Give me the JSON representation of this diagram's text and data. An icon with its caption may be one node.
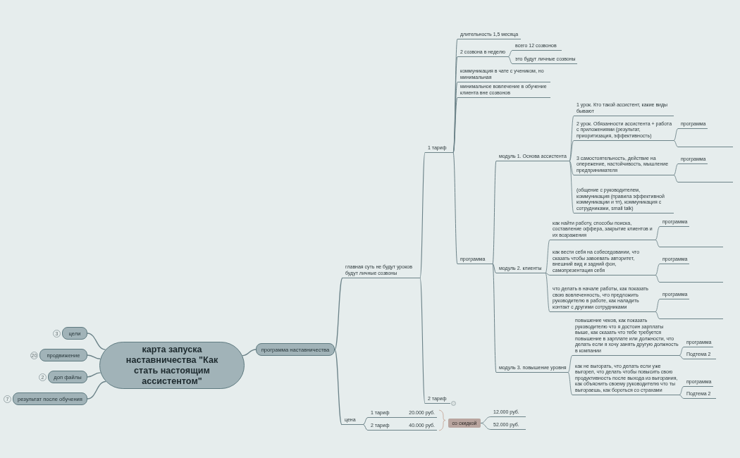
{
  "diagram": {
    "nodes": [
      {
        "text": [
          "карта запуска наставничества \"Как стать настоящим ассистентом\""
        ]
      },
      {
        "text": [
          "цели"
        ],
        "beside": [
          "3"
        ]
      },
      {
        "text": [
          "продвижение"
        ],
        "beside": [
          "20"
        ]
      },
      {
        "text": [
          "доп файлы"
        ],
        "beside": [
          "2"
        ]
      },
      {
        "text": [
          "результат после обучения"
        ],
        "beside": [
          "7"
        ]
      },
      {
        "text": [
          "программа наставничества"
        ]
      },
      {
        "text": [
          "главная суть не будут уроков будут личные созвоны"
        ]
      },
      {
        "text": [
          "1 тариф"
        ]
      },
      {
        "text": [
          "длительность 1,5 месяца"
        ]
      },
      {
        "text": [
          "2 созвона в неделю"
        ]
      },
      {
        "text": [
          "всего 12 созвонов"
        ]
      },
      {
        "text": [
          "это будут личные созвоны"
        ]
      },
      {
        "text": [
          "коммуникация в чате с учеником, но минимальная"
        ]
      },
      {
        "text": [
          "минимальное вовлечение в обучение клиента вне созвонов"
        ]
      },
      {
        "text": [
          "программа"
        ]
      },
      {
        "text": [
          "модуль 1. Основа ассистента"
        ]
      },
      {
        "text": [
          "1 урок. Кто такой ассистент, какие виды бывают"
        ]
      },
      {
        "text": [
          "2 урок. Обязанности ассистента + работа с приложениями (результат, приоритизация, эффективность)"
        ]
      },
      {
        "text": [
          "программа"
        ]
      },
      {
        "text": [],
        "shape": "line"
      },
      {
        "text": [
          "3 самостоятельность, действие на опережение, настойчивость, мышление предпринимателя"
        ]
      },
      {
        "text": [
          "программа"
        ]
      },
      {
        "text": [],
        "shape": "line"
      },
      {
        "text": [
          "(общение с руководителем, коммуникация (правила эффективной коммуникации и тп), коммуникация с сотрудниками, small talk)"
        ]
      },
      {
        "text": [
          "модуль 2. клиенты"
        ]
      },
      {
        "text": [
          "как найти работу, способы поиска, составление оффера, закрытие клиентов и их возражения"
        ]
      },
      {
        "text": [
          "программа"
        ]
      },
      {
        "text": [],
        "shape": "line"
      },
      {
        "text": [
          "как вести себя на собеседовании, что сказать чтобы завоевать авторитет, внешний вид и задний фон, самопрезентация себя"
        ]
      },
      {
        "text": [
          "программа"
        ]
      },
      {
        "text": [],
        "shape": "line"
      },
      {
        "text": [
          "что делать в начале работы, как показать свою вовлеченность, что предложить руководителю в работе, как наладить контакт с другими сотрудниками"
        ]
      },
      {
        "text": [
          "программа"
        ]
      },
      {
        "text": [],
        "shape": "line"
      },
      {
        "text": [
          "модуль 3. повышение уровня"
        ]
      },
      {
        "text": [
          "повышение чеков, как показать руководителю что я достоин зарплаты выше, как сказать что тебе требуется повышение в зарплате или должности, что делать если я хочу занять другую должность в компании"
        ]
      },
      {
        "text": [
          "программа"
        ]
      },
      {
        "text": [
          "Подтема 2"
        ]
      },
      {
        "text": [
          "как не выгорать, что делать если уже выгорел, что делать чтобы повысить свою продуктивность после выхода из выгорания, как объяснить своему руководителю что ты выгораешь, как бороться со страхами"
        ]
      },
      {
        "text": [
          "программа"
        ]
      },
      {
        "text": [
          "Подтема 2"
        ]
      },
      {
        "text": [
          "2 тариф"
        ]
      },
      {
        "text": [
          "цена"
        ]
      },
      {
        "text": [
          "1 тариф",
          "20.000 руб."
        ]
      },
      {
        "text": [
          "2 тариф",
          "40.000 руб."
        ]
      },
      {
        "text": [
          "со скидкой"
        ]
      },
      {
        "text": [
          "12.000 руб."
        ]
      },
      {
        "text": [
          "52.000 руб."
        ]
      }
    ],
    "edges": [
      {
        "from": 0,
        "to": 1,
        "arrow": "none"
      },
      {
        "from": 0,
        "to": 2,
        "arrow": "none"
      },
      {
        "from": 0,
        "to": 3,
        "arrow": "none"
      },
      {
        "from": 0,
        "to": 4,
        "arrow": "none"
      },
      {
        "from": 0,
        "to": 5,
        "arrow": "none"
      },
      {
        "from": 5,
        "to": 6,
        "arrow": "none"
      },
      {
        "from": 5,
        "to": 42,
        "arrow": "none"
      },
      {
        "from": 6,
        "to": 7,
        "arrow": "none"
      },
      {
        "from": 6,
        "to": 41,
        "arrow": "none"
      },
      {
        "from": 7,
        "to": 8,
        "arrow": "none"
      },
      {
        "from": 7,
        "to": 9,
        "arrow": "none"
      },
      {
        "from": 9,
        "to": 10,
        "arrow": "none"
      },
      {
        "from": 9,
        "to": 11,
        "arrow": "none"
      },
      {
        "from": 7,
        "to": 12,
        "arrow": "none"
      },
      {
        "from": 7,
        "to": 13,
        "arrow": "none"
      },
      {
        "from": 7,
        "to": 14,
        "arrow": "none"
      },
      {
        "from": 14,
        "to": 15,
        "arrow": "none"
      },
      {
        "from": 14,
        "to": 24,
        "arrow": "none"
      },
      {
        "from": 14,
        "to": 34,
        "arrow": "none"
      },
      {
        "from": 15,
        "to": 16,
        "arrow": "none"
      },
      {
        "from": 15,
        "to": 17,
        "arrow": "none"
      },
      {
        "from": 17,
        "to": 18,
        "arrow": "none"
      },
      {
        "from": 17,
        "to": 19,
        "arrow": "none"
      },
      {
        "from": 15,
        "to": 20,
        "arrow": "none"
      },
      {
        "from": 20,
        "to": 21,
        "arrow": "none"
      },
      {
        "from": 20,
        "to": 22,
        "arrow": "none"
      },
      {
        "from": 15,
        "to": 23,
        "arrow": "none"
      },
      {
        "from": 24,
        "to": 25,
        "arrow": "none"
      },
      {
        "from": 25,
        "to": 26,
        "arrow": "none"
      },
      {
        "from": 25,
        "to": 27,
        "arrow": "none"
      },
      {
        "from": 24,
        "to": 28,
        "arrow": "none"
      },
      {
        "from": 28,
        "to": 29,
        "arrow": "none"
      },
      {
        "from": 28,
        "to": 30,
        "arrow": "none"
      },
      {
        "from": 24,
        "to": 31,
        "arrow": "none"
      },
      {
        "from": 31,
        "to": 32,
        "arrow": "none"
      },
      {
        "from": 31,
        "to": 33,
        "arrow": "none"
      },
      {
        "from": 34,
        "to": 35,
        "arrow": "none"
      },
      {
        "from": 35,
        "to": 36,
        "arrow": "none"
      },
      {
        "from": 35,
        "to": 37,
        "arrow": "none"
      },
      {
        "from": 34,
        "to": 38,
        "arrow": "none"
      },
      {
        "from": 38,
        "to": 39,
        "arrow": "none"
      },
      {
        "from": 38,
        "to": 40,
        "arrow": "none"
      },
      {
        "from": 42,
        "to": 43,
        "arrow": "none"
      },
      {
        "from": 42,
        "to": 44,
        "arrow": "none"
      },
      {
        "from": 45,
        "to": 46,
        "arrow": "none"
      },
      {
        "from": 45,
        "to": 47,
        "arrow": "none"
      }
    ]
  }
}
